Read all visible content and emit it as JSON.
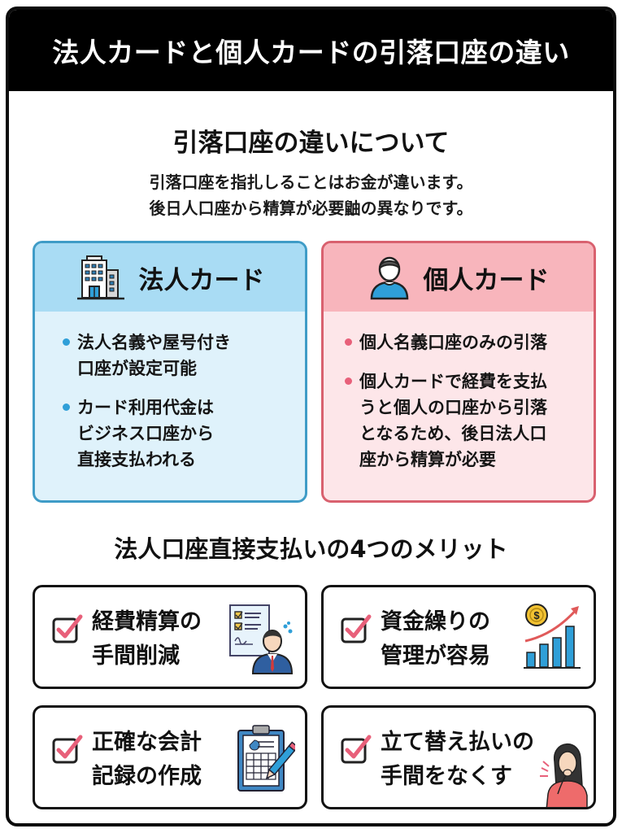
{
  "header": {
    "title": "法人カードと個人カードの引落口座の違い"
  },
  "section1": {
    "title": "引落口座の違いについて",
    "intro_lines": [
      "引落口座を指扎しることはお金が違います。",
      "後日人口座から精算が必要鼬の異なりです。"
    ]
  },
  "cards": [
    {
      "title": "法人カード",
      "icon": "office-building-icon",
      "accent": "#3f9cc7",
      "header_bg": "#a9dcf4",
      "body_bg": "#dff2fb",
      "bullets": [
        {
          "lines": [
            "法人名義や屋号付き",
            "口座が設定可能"
          ]
        },
        {
          "lines": [
            "カード利用代金は",
            "ビジネス口座から",
            "直接支払われる"
          ]
        }
      ]
    },
    {
      "title": "個人カード",
      "icon": "person-icon",
      "accent": "#d9616f",
      "header_bg": "#f8b5bc",
      "body_bg": "#fde6e9",
      "bullets": [
        {
          "lines": [
            "個人名義口座のみの引落"
          ]
        },
        {
          "lines": [
            "個人カードで経費を支払",
            "うと個人の口座から引落",
            "となるため、後日法人口",
            "座から精算が必要"
          ]
        }
      ]
    }
  ],
  "section2": {
    "title": "法人口座直接支払いの4つのメリット"
  },
  "merits": [
    {
      "lines": [
        "経費精算の",
        "手間削減"
      ],
      "icon": "businessman-checklist-icon"
    },
    {
      "lines": [
        "資金繰りの",
        "管理が容易"
      ],
      "icon": "growth-chart-coin-icon"
    },
    {
      "lines": [
        "正確な会計",
        "記録の作成"
      ],
      "icon": "clipboard-pencil-icon"
    },
    {
      "lines": [
        "立て替え払いの",
        "手間をなくす"
      ],
      "icon": "worried-woman-icon"
    }
  ],
  "colors": {
    "header_bg": "#000000",
    "check_mark": "#e8607a",
    "frame_border": "#0b0b0b"
  }
}
